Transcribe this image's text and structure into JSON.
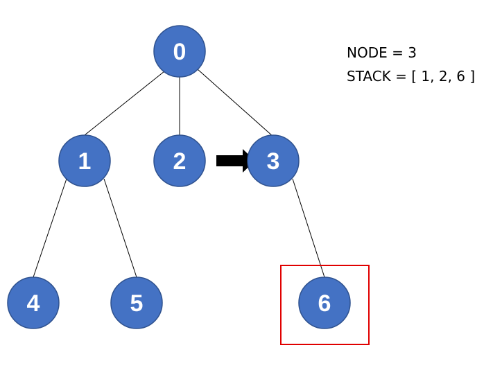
{
  "diagram": {
    "node_fill": "#4472C4",
    "node_stroke": "#2F528F",
    "highlight_color": "#E00000",
    "arrow_color": "#000000",
    "nodes": [
      {
        "id": "0",
        "label": "0"
      },
      {
        "id": "1",
        "label": "1"
      },
      {
        "id": "2",
        "label": "2"
      },
      {
        "id": "3",
        "label": "3"
      },
      {
        "id": "4",
        "label": "4"
      },
      {
        "id": "5",
        "label": "5"
      },
      {
        "id": "6",
        "label": "6"
      }
    ],
    "edges": [
      {
        "from": "0",
        "to": "1"
      },
      {
        "from": "0",
        "to": "2"
      },
      {
        "from": "0",
        "to": "3"
      },
      {
        "from": "1",
        "to": "4"
      },
      {
        "from": "1",
        "to": "5"
      },
      {
        "from": "3",
        "to": "6"
      }
    ],
    "current_node": "3",
    "highlighted_node": "6"
  },
  "info": {
    "node_text": "NODE = 3",
    "stack_text": "STACK = [ 1, 2, 6 ]"
  }
}
